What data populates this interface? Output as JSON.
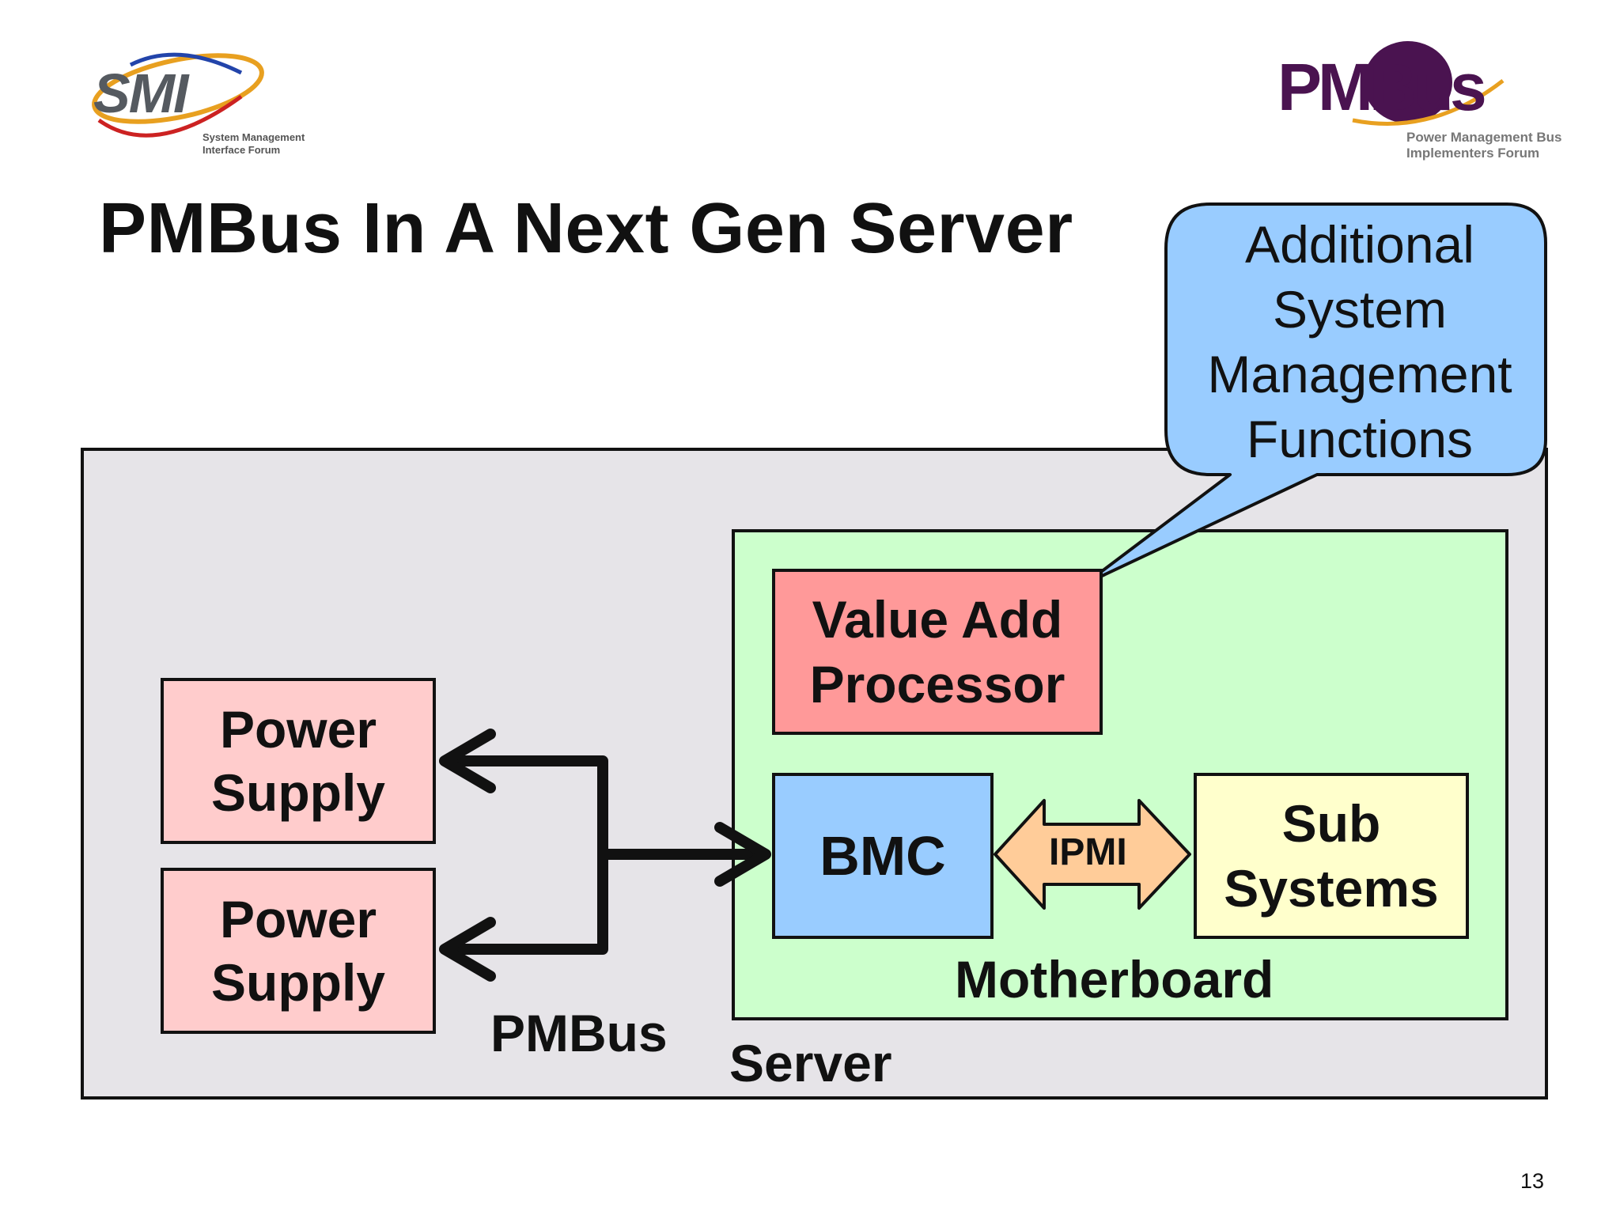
{
  "slide": {
    "title": "PMBus In A Next Gen Server",
    "page_number": "13"
  },
  "logos": {
    "smi": {
      "text": "SMI",
      "subtitle": "System Management Interface Forum"
    },
    "pmbus": {
      "text": "PMBus",
      "subtitle": "Power Management Bus Implementers Forum"
    }
  },
  "callout": {
    "text": "Additional System Management Functions",
    "color": "#99ccff"
  },
  "diagram": {
    "server_label": "Server",
    "motherboard_label": "Motherboard",
    "pmbus_label": "PMBus",
    "ipmi_label": "IPMI",
    "power_supply_1": "Power Supply",
    "power_supply_2": "Power Supply",
    "value_add_processor": "Value Add Processor",
    "bmc": "BMC",
    "sub_systems": "Sub Systems"
  },
  "colors": {
    "server_bg": "#e6e4e8",
    "motherboard_bg": "#ccffcc",
    "power_supply_bg": "#ffcccc",
    "processor_bg": "#ff9999",
    "bmc_bg": "#99ccff",
    "sub_systems_bg": "#ffffcc",
    "ipmi_arrow": "#ffcc99"
  }
}
